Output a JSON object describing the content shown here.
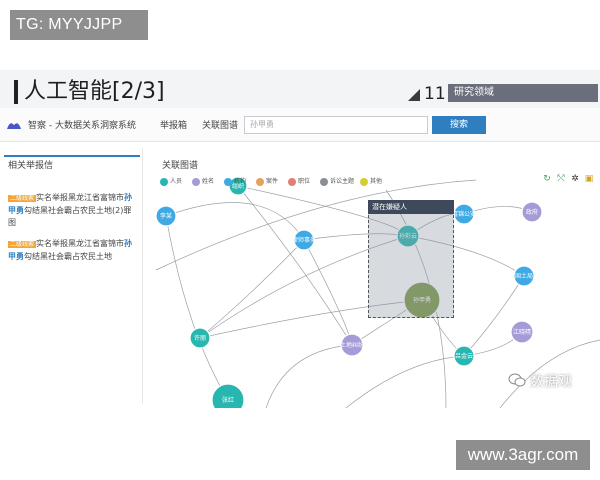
{
  "watermark_top_left": "TG: MYYJJPP",
  "watermark_bottom_right": "www.3agr.com",
  "slide": {
    "title": "人工智能[2/3]",
    "number": "11",
    "section_tag": "研究领域"
  },
  "app": {
    "name": "智察 - 大数据关系洞察系统",
    "nav": [
      "举报箱",
      "关联图谱"
    ],
    "search_value": "孙甲勇",
    "search_button": "搜索"
  },
  "left_panel": {
    "title": "相关举报信",
    "reports": [
      {
        "badge": "二级线索",
        "prefix": "实名举报黑龙江省富锦市",
        "name": "孙甲勇",
        "suffix": "勾结黑社会霸占农民土地(2)罪图"
      },
      {
        "badge": "二级线索",
        "prefix": "实名举报黑龙江省富锦市",
        "name": "孙甲勇",
        "suffix": "勾结黑社会霸占农民土地"
      }
    ]
  },
  "graph": {
    "title": "关联图谱",
    "legend": [
      {
        "label": "人员",
        "color": "#27b7b0"
      },
      {
        "label": "姓名",
        "color": "#a59bd6"
      },
      {
        "label": "机构",
        "color": "#3fa9e3"
      },
      {
        "label": "案件",
        "color": "#e6a15c"
      },
      {
        "label": "职位",
        "color": "#e07f72"
      },
      {
        "label": "诉讼主题",
        "color": "#8a8f96"
      },
      {
        "label": "其他",
        "color": "#d2ce34"
      }
    ],
    "suspect_box_title": "潜在嫌疑人",
    "nodes": [
      {
        "label": "李某",
        "color": "#3fa9e3"
      },
      {
        "label": "组织",
        "color": "#27b7b0"
      },
      {
        "label": "律师事务",
        "color": "#3fa9e3"
      },
      {
        "label": "孙彩云",
        "color": "#27b7b0"
      },
      {
        "label": "孙甲勇",
        "color": "#7f9a4b"
      },
      {
        "label": "富锦公安",
        "color": "#3fa9e3"
      },
      {
        "label": "政府",
        "color": "#a59bd6"
      },
      {
        "label": "国土局",
        "color": "#3fa9e3"
      },
      {
        "label": "江晓晴",
        "color": "#a59bd6"
      },
      {
        "label": "许丽",
        "color": "#27b7b0"
      },
      {
        "label": "土地纠纷",
        "color": "#a59bd6"
      },
      {
        "label": "吕金云",
        "color": "#27b7b0"
      },
      {
        "label": "张红",
        "color": "#27b7b0"
      }
    ]
  },
  "wechat_badge": "数据观",
  "tool_icons": [
    "refresh-icon",
    "share-icon",
    "settings-icon",
    "export-icon"
  ]
}
